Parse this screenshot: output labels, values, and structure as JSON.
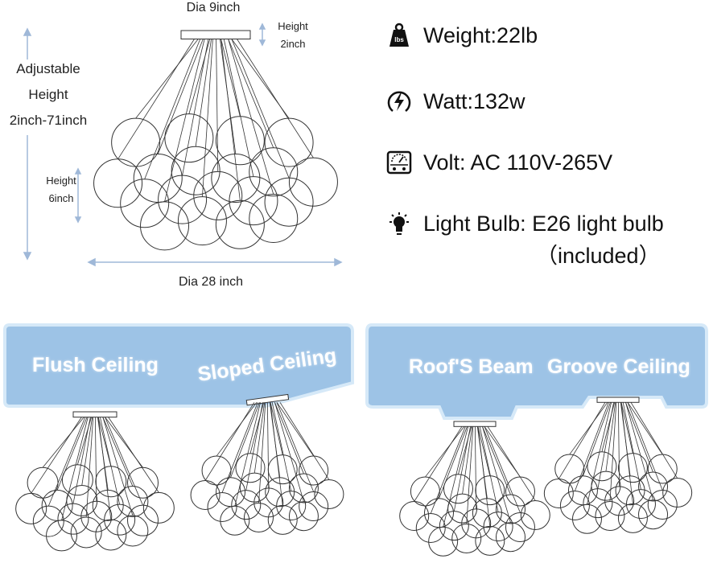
{
  "diagram": {
    "top_diameter": "Dia 9inch",
    "canopy_height_line1": "Height",
    "canopy_height_line2": "2inch",
    "adjustable_line1": "Adjustable",
    "adjustable_line2": "Height",
    "adjustable_line3": "2inch-71inch",
    "globe_height_line1": "Height",
    "globe_height_line2": "6inch",
    "bottom_diameter": "Dia 28 inch"
  },
  "specs": {
    "weight_label": "Weight:22lb",
    "weight_icon_text": "lbs",
    "watt_label": "Watt:132w",
    "volt_label": "Volt: AC 110V-265V",
    "bulb_label": "Light Bulb: E26 light bulb",
    "bulb_label_line2": "（included）"
  },
  "mounts": {
    "flush": "Flush Ceiling",
    "sloped": "Sloped Ceiling",
    "beam": "Roof'S Beam",
    "groove": "Groove Ceiling"
  },
  "colors": {
    "panel_fill": "#9dc3e6",
    "panel_outline": "#d6e9f8",
    "arrow": "#9fb8d8",
    "line": "#333333"
  },
  "icons": [
    "weight-icon",
    "lightning-icon",
    "voltmeter-icon",
    "bulb-icon"
  ]
}
